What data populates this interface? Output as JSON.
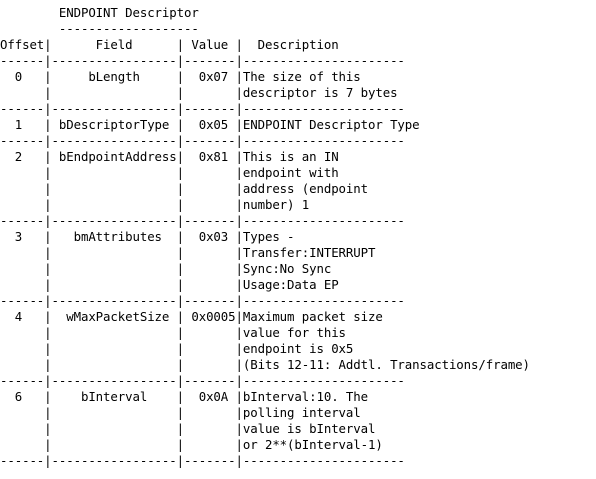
{
  "document": {
    "lines": [
      "        ENDPOINT Descriptor",
      "        -------------------",
      "Offset|      Field      | Value |  Description",
      "------|-----------------|-------|----------------------",
      "  0   |     bLength     |  0x07 |The size of this",
      "      |                 |       |descriptor is 7 bytes",
      "------|-----------------|-------|----------------------",
      "  1   | bDescriptorType |  0x05 |ENDPOINT Descriptor Type",
      "------|-----------------|-------|----------------------",
      "  2   | bEndpointAddress|  0x81 |This is an IN",
      "      |                 |       |endpoint with",
      "      |                 |       |address (endpoint",
      "      |                 |       |number) 1",
      "------|-----------------|-------|----------------------",
      "  3   |   bmAttributes  |  0x03 |Types -",
      "      |                 |       |Transfer:INTERRUPT",
      "      |                 |       |Sync:No Sync",
      "      |                 |       |Usage:Data EP",
      "------|-----------------|-------|----------------------",
      "  4   |  wMaxPacketSize | 0x0005|Maximum packet size",
      "      |                 |       |value for this",
      "      |                 |       |endpoint is 0x5",
      "      |                 |       |(Bits 12-11: Addtl. Transactions/frame)",
      "------|-----------------|-------|----------------------",
      "  6   |    bInterval    |  0x0A |bInterval:10. The",
      "      |                 |       |polling interval",
      "      |                 |       |value is bInterval",
      "      |                 |       |or 2**(bInterval-1)",
      "------|-----------------|-------|----------------------"
    ]
  }
}
